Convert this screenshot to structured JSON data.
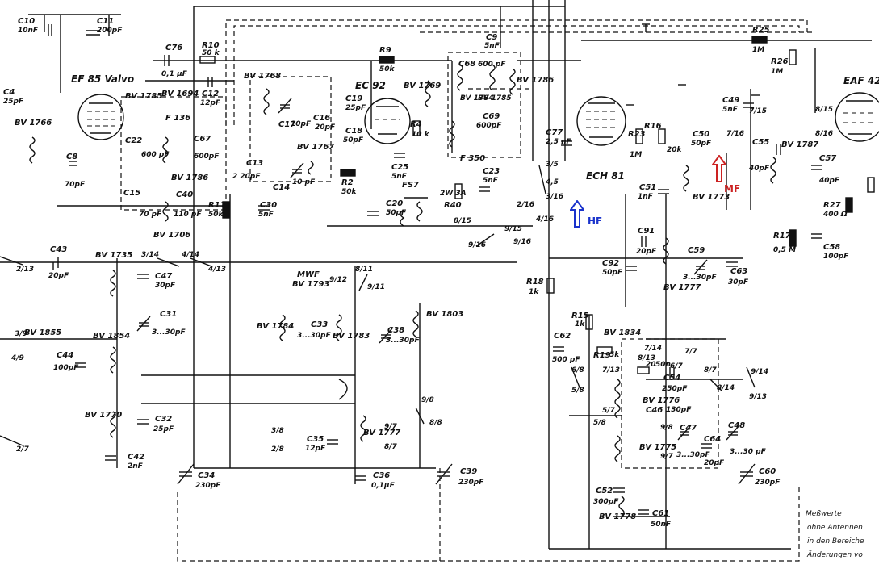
{
  "tubes": {
    "ef85": "EF 85 Valvo",
    "ec92": "EC 92",
    "ech81": "ECH 81",
    "eaf42": "EAF 42"
  },
  "arrows": {
    "hf": {
      "label": "HF",
      "color": "#1a33cc"
    },
    "mf": {
      "label": "MF",
      "color": "#cc2222"
    }
  },
  "labels": {
    "c10": "C10",
    "c10v": "10nF",
    "c11": "C11",
    "c11v": "200pF",
    "c4": "C4",
    "c4v": "25pF",
    "bv1766": "BV 1766",
    "c8": "C8",
    "c8v": "70pF",
    "c76": "C76",
    "c76v": "0,1 µF",
    "r10": "R10",
    "r10v": "50 k",
    "c12": "C12",
    "c12v": "12pF",
    "r9": "R9",
    "r9v": "50k",
    "c9": "C9",
    "c9v": "5nF",
    "r25": "R25",
    "r25v": "1M",
    "r26": "R26",
    "r26v": "1M",
    "bv1785": "BV 1785",
    "bv1694": "BV 1694",
    "f136": "F 136",
    "c22": "C22",
    "c22v": "600 pF",
    "c67": "C67",
    "c67v": "600pF",
    "bv1786a": "BV 1786",
    "bv1768": "BV 1768",
    "c17": "C17",
    "c17v": "10pF",
    "c16": "C16",
    "c16v": "20pF",
    "c19": "C19",
    "c19v": "25pF",
    "bv1769": "BV 1769",
    "c68": "C68",
    "c68v": "600 pF",
    "bv1784a": "BV 1784",
    "bv1785b": "BV 1785",
    "bv1786b": "BV 1786",
    "c69": "C69",
    "c69v": "600pF",
    "c18": "C18",
    "c18v": "50pF",
    "r4": "R4",
    "r4v": "10 k",
    "bv1767": "BV 1767",
    "f350": "F 350",
    "c25": "C25",
    "c25v": "5nF",
    "c13": "C13",
    "c13v": "2 20pF",
    "c14": "C14",
    "c14v": "10 pF",
    "r2": "R2",
    "r2v": "50k",
    "c15": "C15",
    "c15v": "70 pF",
    "c40": "C40",
    "c40v": "110 pF",
    "r11": "R11",
    "r11v": "50k",
    "c30": "C30",
    "c30v": "5nF",
    "bv1706": "BV 1706",
    "c20": "C20",
    "c20v": "50pF",
    "fs7": "FS7",
    "c23": "C23",
    "c23v": "5nF",
    "r40": "R40",
    "r40v": "2W 3A",
    "c77": "C77",
    "c77v": "2,5 nF",
    "r23": "R23",
    "r23v": "1M",
    "r16": "R16",
    "r16v": "20k",
    "c50": "C50",
    "c50v": "50pF",
    "c49": "C49",
    "c49v": "5nF",
    "c55": "C55",
    "c55v": "40pF",
    "bv1787": "BV 1787",
    "c57": "C57",
    "c57v": "40pF",
    "r27": "R27",
    "r27v": "400 Ω",
    "r17": "R17",
    "r17v": "0,5 M",
    "c58": "C58",
    "c58v": "100pF",
    "c51": "C51",
    "c51v": "1nF",
    "bv1773": "BV 1773",
    "c91": "C91",
    "c91v": "20pF",
    "c92": "C92",
    "c92v": "50pF",
    "c59": "C59",
    "c59v": "3...30pF",
    "c63": "C63",
    "c63v": "30pF",
    "bv1777": "BV 1777",
    "c43": "C43",
    "c43v": "20pF",
    "bv1735": "BV 1735",
    "c47": "C47",
    "c47v": "30pF",
    "c31": "C31",
    "c31v": "3...30pF",
    "mwf": "MWF",
    "bv1793": "BV 1793",
    "bv1784b": "BV 1784",
    "c33": "C33",
    "c33v": "3...30pF",
    "bv1783": "BV 1783",
    "c38": "C38",
    "c38v": "3...30pF",
    "bv1803": "BV 1803",
    "r18": "R18",
    "r18v": "1k",
    "r15": "R15",
    "r15v": "1k",
    "c62": "C62",
    "c62v": "500 pF",
    "bv1834": "BV 1834",
    "r19": "R19",
    "r19v": "5k",
    "bv1855": "BV 1855",
    "bv1854": "BV 1854",
    "c44": "C44",
    "c44v": "100pF",
    "c54": "C54",
    "c54v": "250pF",
    "bv1776": "BV 1776",
    "c46": "C46",
    "c46v": "130pF",
    "c47b": "C47",
    "c47bv": "3...30pF",
    "c64": "C64",
    "c64v": "20pF",
    "c48": "C48",
    "c48v": "3...30 pF",
    "bv1775": "BV 1775",
    "bv1770": "BV 1770",
    "c32": "C32",
    "c32v": "25pF",
    "c42": "C42",
    "c42v": "2nF",
    "c35": "C35",
    "c35v": "12pF",
    "bv1777b": "BV 1777",
    "c36": "C36",
    "c36v": "0,1µF",
    "c34": "C34",
    "c34v": "230pF",
    "c39": "C39",
    "c39v": "230pF",
    "c52": "C52",
    "c52v": "300pF",
    "bv1778": "BV 1778",
    "c61": "C61",
    "c61v": "50nF",
    "c60": "C60",
    "c60v": "230pF",
    "r20": "20",
    "sn": "50n"
  },
  "switch_labels": {
    "s1": "2/13",
    "s2": "3/14",
    "s3": "4/14",
    "s4": "4/13",
    "s5": "3/5",
    "s6": "4,5",
    "s7": "3/16",
    "s8": "2/16",
    "s9": "4/16",
    "s10": "8/15",
    "s11": "9/15",
    "s12": "9/16",
    "s13": "8/11",
    "s14": "9/12",
    "s15": "9/11",
    "s16": "3/9",
    "s17": "4/9",
    "s18": "9/8",
    "s19": "8/8",
    "s20": "3/8",
    "s21": "2/8",
    "s22": "9/7",
    "s23": "8/7",
    "s24": "2/7",
    "s25": "6/8",
    "s26": "5/8",
    "s27": "7/13",
    "s28": "7/14",
    "s29": "8/13",
    "s30": "6/7",
    "s31": "7/7",
    "s32": "8/7",
    "s33": "8/14",
    "s34": "9/14",
    "s35": "9/13",
    "s36": "5/7",
    "s37": "5/8",
    "s38": "9/8",
    "s39": "9/7",
    "s40": "9/16",
    "s41": "7/15",
    "s42": "7/16",
    "s43": "8/15",
    "s44": "8/16"
  },
  "notes": {
    "title": "Meßwerte",
    "line1": "ohne Antennen",
    "line2": "in den Bereiche",
    "line3": "Änderungen vo"
  }
}
